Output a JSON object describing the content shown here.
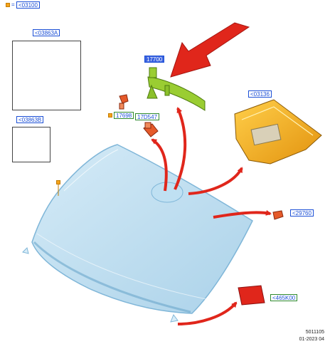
{
  "colors": {
    "callout_blue": "#1b4fd6",
    "callout_green": "#2f8a2f",
    "arrow_red": "#e0261b",
    "glass_blue": "#a9d3ec",
    "mirror_green": "#9acd32",
    "cover_orange": "#f2a81c",
    "part_orange": "#e55a2a",
    "legend_square": "#f5a31a"
  },
  "legend": {
    "symbol": "=",
    "ref": "<03100"
  },
  "callouts": {
    "kit_a": "<03863A",
    "kit_b": "<03863B",
    "mirror": "17700",
    "sensor_clip": "17698",
    "sensor": "17D547",
    "cover": "<03136",
    "side_clip": "<29760",
    "label_part": "<465K00"
  },
  "footer": {
    "number": "5011105",
    "date": "01-2023 04"
  }
}
